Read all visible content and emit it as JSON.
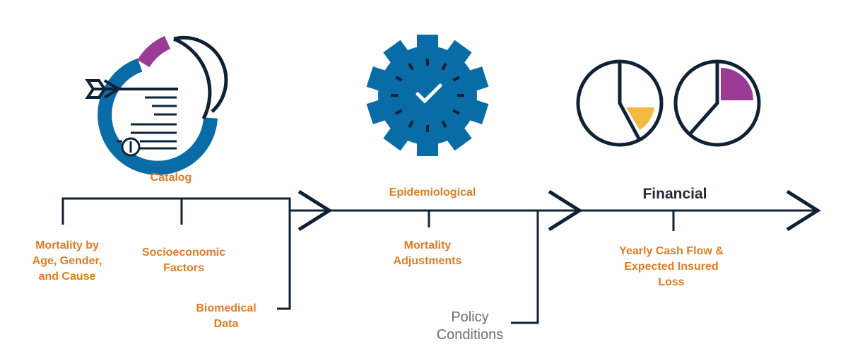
{
  "colors": {
    "line": "#0f2235",
    "blue": "#0a6ca7",
    "orange": "#e07c23",
    "purple": "#9b3b96",
    "yellow": "#f4b942",
    "grey_text": "#6e6e6e",
    "dark_text": "#222a35"
  },
  "icons": {
    "catalog": "target-arrow-donut-icon",
    "epidemiological": "gear-clock-icon",
    "financial": "pie-charts-icon"
  },
  "stages": [
    {
      "label": "Catalog",
      "items": [
        {
          "label": "Mortality by\nAge, Gender,\nand Cause"
        },
        {
          "label": "Socioeconomic\nFactors"
        },
        {
          "label": "Biomedical\nData"
        }
      ]
    },
    {
      "label": "Epidemiological",
      "items": [
        {
          "label": "Mortality\nAdjustments"
        }
      ]
    },
    {
      "label": "Financial",
      "items": [
        {
          "label": "Yearly Cash Flow &\nExpected Insured\nLoss"
        }
      ]
    }
  ],
  "policy_conditions": "Policy\nConditions"
}
